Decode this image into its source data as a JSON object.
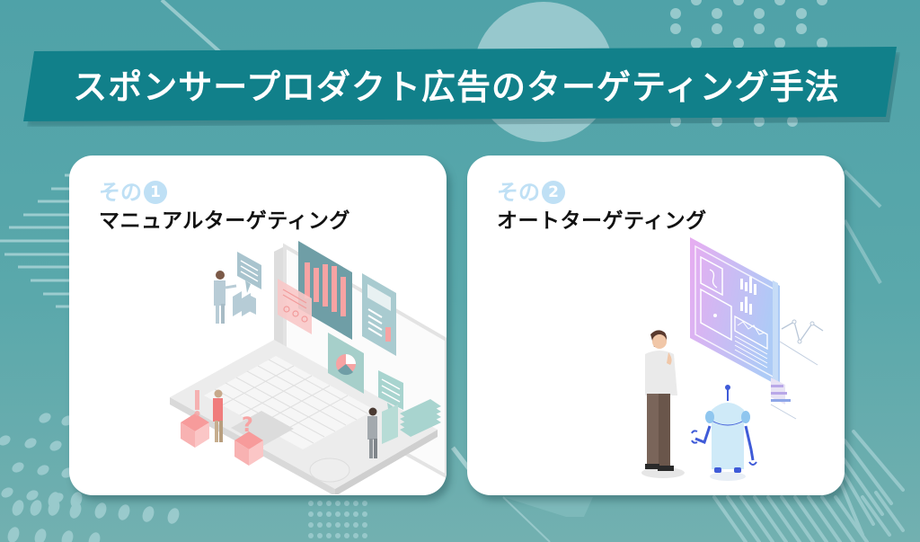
{
  "title": "スポンサープロダクト広告のターゲティング手法",
  "colors": {
    "background": "#55a5aa",
    "banner": "#11808a",
    "banner_text": "#ffffff",
    "card_bg": "#ffffff",
    "kicker": "#bfe0f5",
    "heading": "#111111"
  },
  "cards": [
    {
      "kicker_text": "その",
      "kicker_number": "1",
      "heading": "マニュアルターゲティング",
      "illustration": "laptop-with-charts-and-people-icon"
    },
    {
      "kicker_text": "その",
      "kicker_number": "2",
      "heading": "オートターゲティング",
      "illustration": "man-and-robot-viewing-hologram-screen-icon"
    }
  ]
}
